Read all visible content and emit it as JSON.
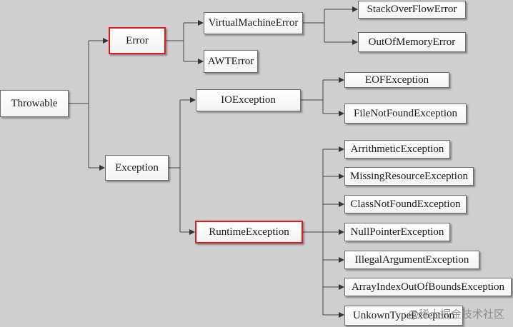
{
  "nodes": {
    "throwable": "Throwable",
    "error": "Error",
    "exception": "Exception",
    "virtual_machine_error": "VirtualMachineError",
    "awt_error": "AWTError",
    "stack_overflow_error": "StackOverFlowError",
    "out_of_memory_error": "OutOfMemoryError",
    "io_exception": "IOException",
    "runtime_exception": "RuntimeException",
    "eof_exception": "EOFException",
    "file_not_found_exception": "FileNotFoundException",
    "arrithmetic_exception": "ArrithmeticException",
    "missing_resource_exception": "MissingResourceException",
    "class_not_found_exception": "ClassNotFoundException",
    "null_pointer_exception": "NullPointerException",
    "illegal_argument_exception": "IllegalArgumentException",
    "array_index_out_of_bounds_exception": "ArrayIndexOutOfBoundsException",
    "unkown_type_exception": "UnkownTypeException"
  },
  "highlight_color": "#e01b1b",
  "watermark": "@稀土掘金技术社区"
}
